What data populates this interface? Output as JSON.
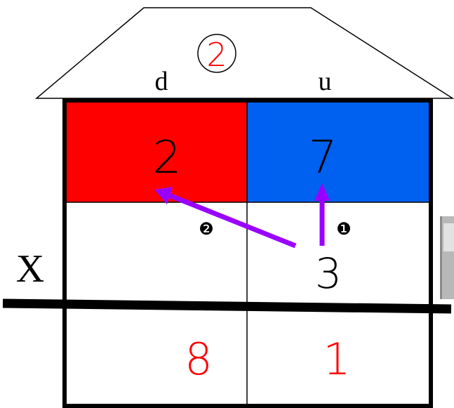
{
  "roof": {
    "carry": "2"
  },
  "header": {
    "tens_label": "d",
    "units_label": "u"
  },
  "operation": {
    "symbol": "X"
  },
  "top_row": {
    "tens": "2",
    "units": "7"
  },
  "middle_row": {
    "tens": "",
    "units": "3"
  },
  "result_row": {
    "tens": "8",
    "units": "1"
  },
  "steps": {
    "first": "❶",
    "second": "❷"
  },
  "colors": {
    "tens_cell": "#ff0000",
    "units_cell": "#0060f0",
    "arrow": "#9a00ff",
    "result_digits": "#ff0000",
    "carry": "#ff0000"
  }
}
